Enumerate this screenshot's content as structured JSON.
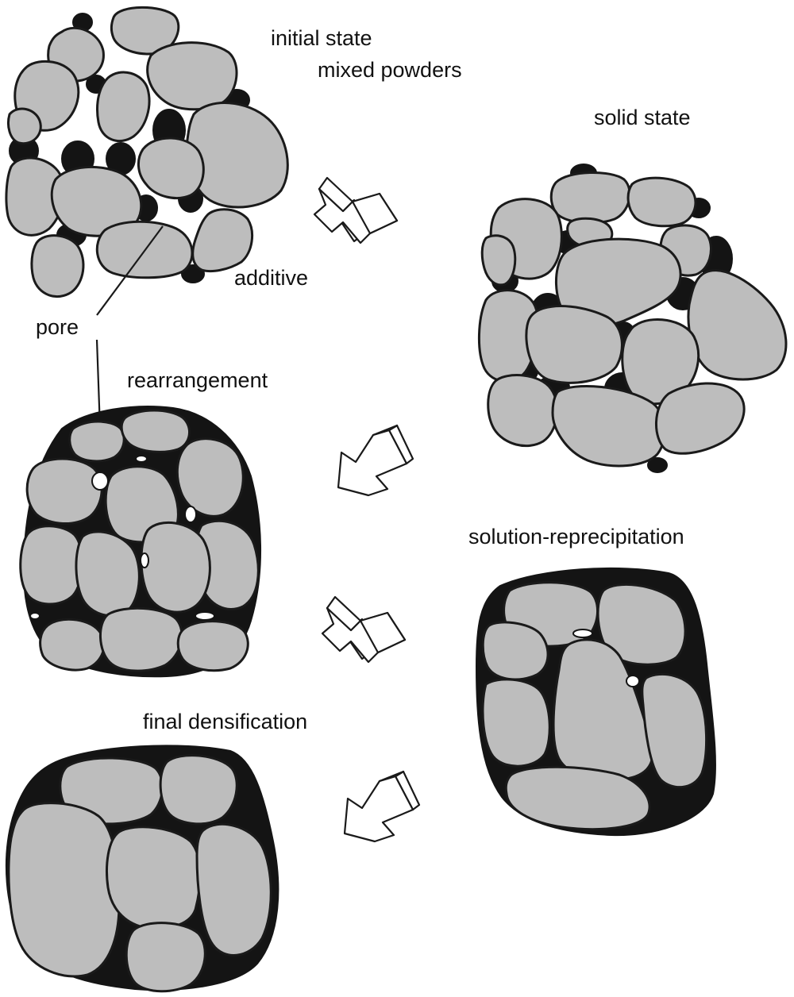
{
  "labels": {
    "initial_state": "initial state",
    "mixed_powders": "mixed powders",
    "additive": "additive",
    "pore": "pore",
    "solid_state": "solid state",
    "rearrangement": "rearrangement",
    "solution_reprecipitation": "solution-reprecipitation",
    "final_densification": "final densification"
  },
  "colors": {
    "grain": "#bdbdbd",
    "liquid_phase": "#141414",
    "outline": "#1a1a1a",
    "background": "#ffffff"
  },
  "icons": [
    "arrow-right-down-icon",
    "arrow-left-down-icon"
  ]
}
